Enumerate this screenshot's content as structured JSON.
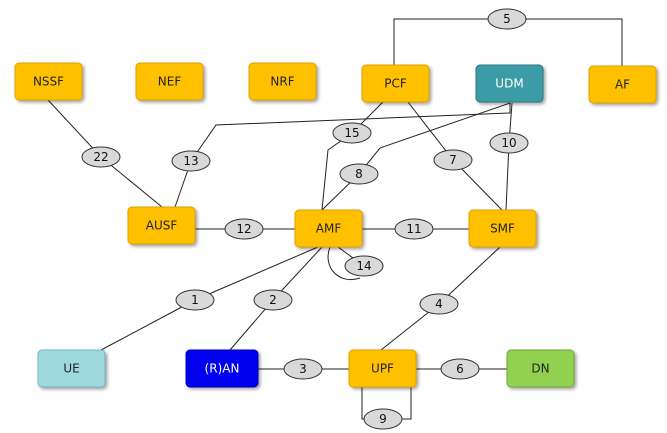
{
  "colors": {
    "yellow_fill": "#FFC000",
    "yellow_border": "#E0A000",
    "teal_fill": "#3A9BA6",
    "teal_border": "#2A7880",
    "lightblue_fill": "#9ED9E0",
    "lightblue_border": "#6FB6BE",
    "blue_fill": "#0000EE",
    "blue_border": "#0000B0",
    "green_fill": "#92D050",
    "green_border": "#6FA838",
    "oval_fill": "#D9D9D9",
    "line": "#222222"
  },
  "nodes": [
    {
      "id": "nssf",
      "label": "NSSF",
      "style": "yellow"
    },
    {
      "id": "nef",
      "label": "NEF",
      "style": "yellow"
    },
    {
      "id": "nrf",
      "label": "NRF",
      "style": "yellow"
    },
    {
      "id": "pcf",
      "label": "PCF",
      "style": "yellow"
    },
    {
      "id": "udm",
      "label": "UDM",
      "style": "teal"
    },
    {
      "id": "af",
      "label": "AF",
      "style": "yellow"
    },
    {
      "id": "ausf",
      "label": "AUSF",
      "style": "yellow"
    },
    {
      "id": "amf",
      "label": "AMF",
      "style": "yellow"
    },
    {
      "id": "smf",
      "label": "SMF",
      "style": "yellow"
    },
    {
      "id": "ue",
      "label": "UE",
      "style": "lightblue"
    },
    {
      "id": "ran",
      "label": "(R)AN",
      "style": "blue"
    },
    {
      "id": "upf",
      "label": "UPF",
      "style": "yellow"
    },
    {
      "id": "dn",
      "label": "DN",
      "style": "green"
    }
  ],
  "reference_points": [
    {
      "id": "rp1",
      "label": "1"
    },
    {
      "id": "rp2",
      "label": "2"
    },
    {
      "id": "rp3",
      "label": "3"
    },
    {
      "id": "rp4",
      "label": "4"
    },
    {
      "id": "rp5",
      "label": "5"
    },
    {
      "id": "rp6",
      "label": "6"
    },
    {
      "id": "rp7",
      "label": "7"
    },
    {
      "id": "rp8",
      "label": "8"
    },
    {
      "id": "rp9",
      "label": "9"
    },
    {
      "id": "rp10",
      "label": "10"
    },
    {
      "id": "rp11",
      "label": "11"
    },
    {
      "id": "rp12",
      "label": "12"
    },
    {
      "id": "rp13",
      "label": "13"
    },
    {
      "id": "rp14",
      "label": "14"
    },
    {
      "id": "rp15",
      "label": "15"
    },
    {
      "id": "rp22",
      "label": "22"
    }
  ]
}
